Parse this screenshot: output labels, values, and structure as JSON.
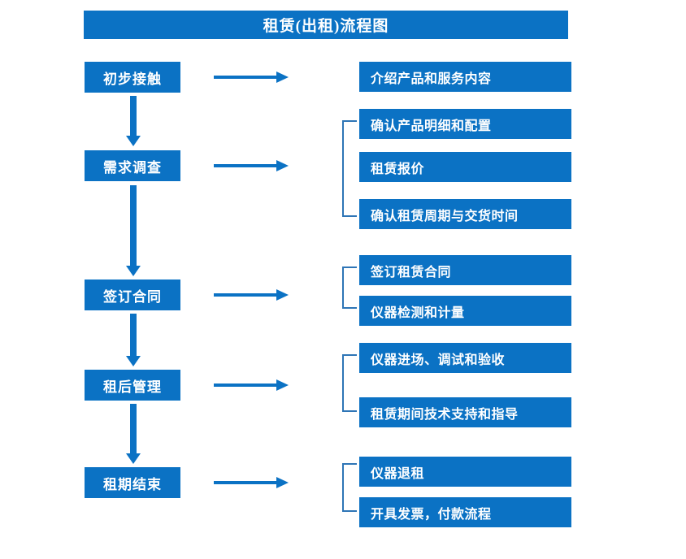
{
  "title": {
    "text": "租赁(出租)流程图"
  },
  "colors": {
    "box_blue": "#0B72C4",
    "arrow_blue": "#0B72C4",
    "bracket_blue": "#2E75B6",
    "box_text": "#FFFFFF",
    "background": "#FFFFFF"
  },
  "stages": [
    {
      "label": "初步接触"
    },
    {
      "label": "需求调查"
    },
    {
      "label": "签订合同"
    },
    {
      "label": "租后管理"
    },
    {
      "label": "租期结束"
    }
  ],
  "details": [
    {
      "label": "介绍产品和服务内容"
    },
    {
      "label": "确认产品明细和配置"
    },
    {
      "label": "租赁报价"
    },
    {
      "label": "确认租赁周期与交货时间"
    },
    {
      "label": "签订租赁合同"
    },
    {
      "label": "仪器检测和计量"
    },
    {
      "label": "仪器进场、调试和验收"
    },
    {
      "label": "租赁期间技术支持和指导"
    },
    {
      "label": "仪器退租"
    },
    {
      "label": "开具发票，付款流程"
    }
  ],
  "flow": {
    "stage_to_detail_arrows": 5,
    "stage_to_stage_arrows": 4,
    "group_brackets": 4
  }
}
